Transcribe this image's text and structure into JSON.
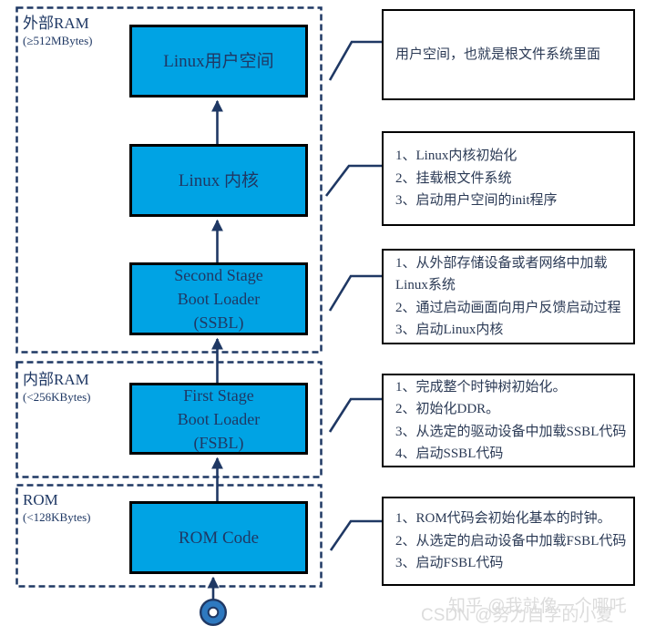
{
  "regions": [
    {
      "label": "外部RAM",
      "size": "(≥512MBytes)"
    },
    {
      "label": "内部RAM",
      "size": "(<256KBytes)"
    },
    {
      "label": "ROM",
      "size": "(<128KBytes)"
    }
  ],
  "boxes": {
    "user_space": {
      "line1": "Linux用户空间"
    },
    "kernel": {
      "line1": "Linux 内核"
    },
    "ssbl": {
      "line1": "Second Stage",
      "line2": "Boot Loader",
      "line3": "(SSBL)"
    },
    "fsbl": {
      "line1": "First Stage",
      "line2": "Boot Loader",
      "line3": "(FSBL)"
    },
    "rom_code": {
      "line1": "ROM Code"
    }
  },
  "annotations": [
    {
      "lines": [
        "用户空间，也就是根文件系统里面"
      ]
    },
    {
      "lines": [
        "1、Linux内核初始化",
        "2、挂载根文件系统",
        "3、启动用户空间的init程序"
      ]
    },
    {
      "lines": [
        "1、从外部存储设备或者网络中加载",
        "Linux系统",
        "2、通过启动画面向用户反馈启动过程",
        "3、启动Linux内核"
      ]
    },
    {
      "lines": [
        "1、完成整个时钟树初始化。",
        "2、初始化DDR。",
        "3、从选定的驱动设备中加载SSBL代码",
        "4、启动SSBL代码"
      ]
    },
    {
      "lines": [
        "1、ROM代码会初始化基本的时钟。",
        "2、从选定的启动设备中加载FSBL代码",
        "3、启动FSBL代码"
      ]
    }
  ],
  "watermark": {
    "zhihu": "知乎 @我就像一个哪吒",
    "csdn": "CSDN @努力自学的小夏"
  },
  "colors": {
    "box_fill": "#00A3E4",
    "line_navy": "#1F3864",
    "box_border": "#000000",
    "annotation_border": "#000000",
    "circle_blue": "#2E79C0",
    "watermark_gray": "#DCDCDC"
  }
}
